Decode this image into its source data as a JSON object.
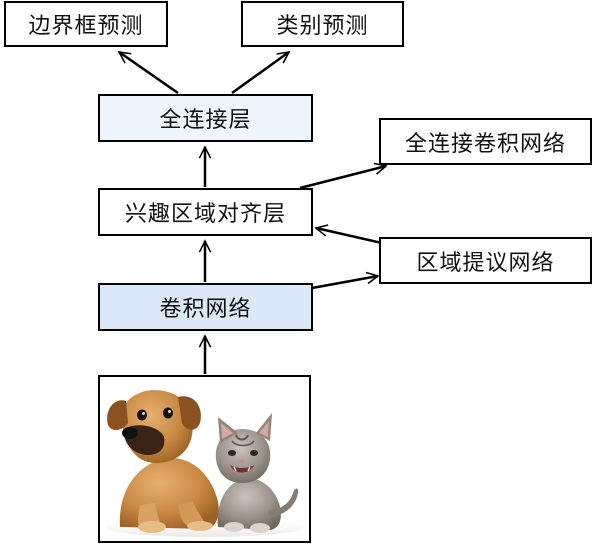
{
  "nodes": {
    "bbox_prediction": "边界框预测",
    "class_prediction": "类别预测",
    "fully_connected_layer": "全连接层",
    "fully_convolutional_network": "全连接卷积网络",
    "roi_align_layer": "兴趣区域对齐层",
    "region_proposal_network": "区域提议网络",
    "convolutional_network": "卷积网络"
  },
  "input_image": {
    "subject": "puppy and kitten photo"
  },
  "colors": {
    "light_blue_fill": "#eef5fc",
    "mid_blue_fill": "#dae8f8",
    "border": "#000000"
  }
}
